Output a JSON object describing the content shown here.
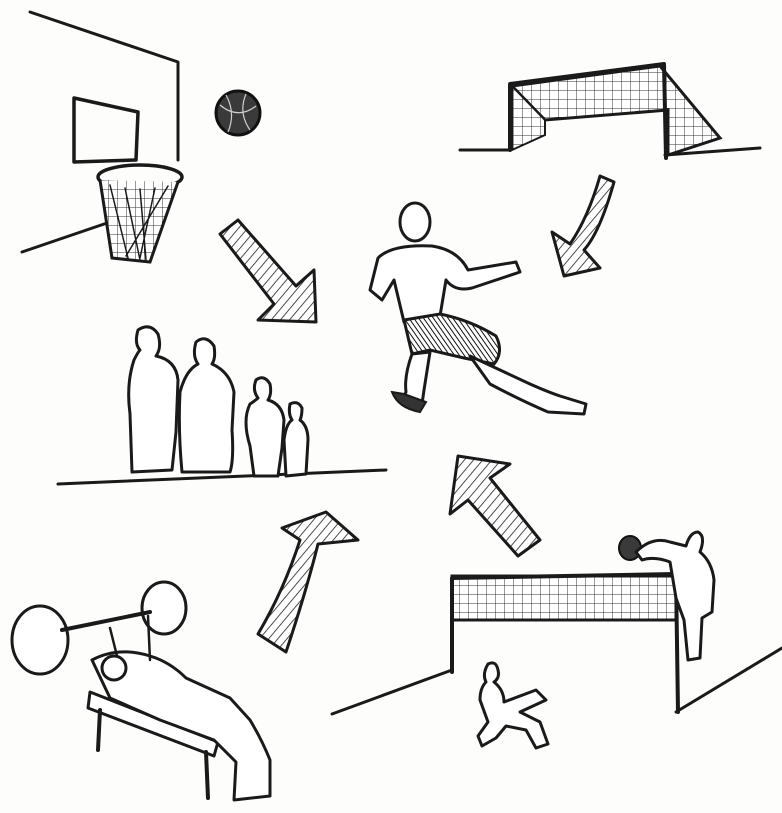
{
  "drawing": {
    "style": "pencil sketch",
    "ink_color": "#1a1a1a",
    "paper_color": "#fdfdfc",
    "elements": [
      "basketball-hoop",
      "basketball",
      "soccer-goal",
      "soccer-player",
      "family-silhouettes",
      "bench-press-athlete",
      "volleyball-net",
      "volleyball-player",
      "seated-player"
    ],
    "arrow_count": 4
  }
}
